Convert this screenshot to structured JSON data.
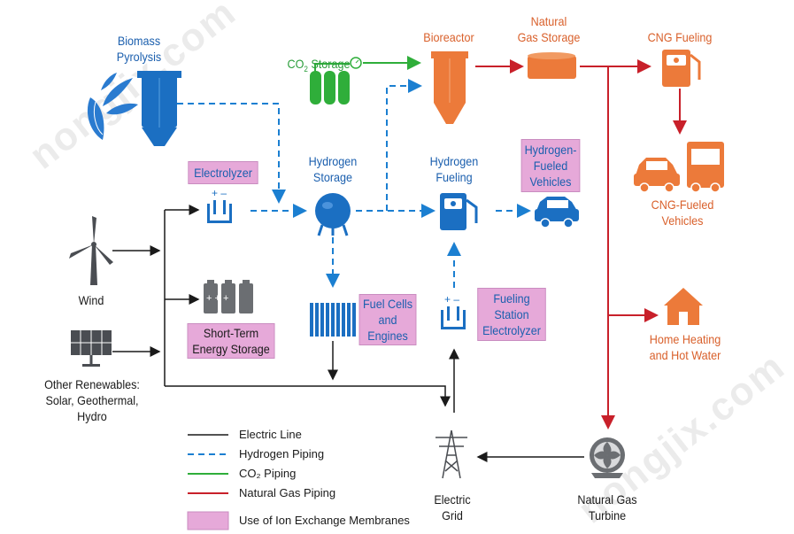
{
  "nodes": {
    "biomass": "Biomass\nPyrolysis",
    "co2_storage_prefix": "CO",
    "co2_storage_sub": "2",
    "co2_storage_suffix": " Storage",
    "bioreactor": "Bioreactor",
    "natural_gas_storage": "Natural\nGas Storage",
    "cng_fueling": "CNG Fueling",
    "electrolyzer": "Electrolyzer",
    "hydrogen_storage": "Hydrogen\nStorage",
    "hydrogen_fueling": "Hydrogen\nFueling",
    "hydrogen_vehicles": "Hydrogen-\nFueled\nVehicles",
    "cng_vehicles": "CNG-Fueled\nVehicles",
    "wind": "Wind",
    "short_term_storage": "Short-Term\nEnergy Storage",
    "fuel_cells": "Fuel Cells\nand\nEngines",
    "fueling_station_electrolyzer": "Fueling\nStation\nElectrolyzer",
    "home_heating": "Home Heating\nand Hot Water",
    "other_renewables": "Other Renewables:\nSolar, Geothermal,\nHydro",
    "electric_grid": "Electric\nGrid",
    "natural_gas_turbine": "Natural Gas\nTurbine"
  },
  "legend": {
    "electric_line": "Electric Line",
    "hydrogen_piping": "Hydrogen Piping",
    "co2_piping": "CO₂ Piping",
    "natural_gas_piping": "Natural Gas Piping",
    "membranes": "Use of Ion Exchange Membranes"
  },
  "watermark": "nongjix.com",
  "colors": {
    "electric": "#1a1a1a",
    "hydrogen": "#1b7fd1",
    "co2": "#2fae3a",
    "natural_gas": "#c8202a",
    "membrane": "#e6a9d9",
    "blue_icon": "#1b6fc2",
    "orange_icon": "#ec7a3a",
    "green_icon": "#2fae3a"
  }
}
